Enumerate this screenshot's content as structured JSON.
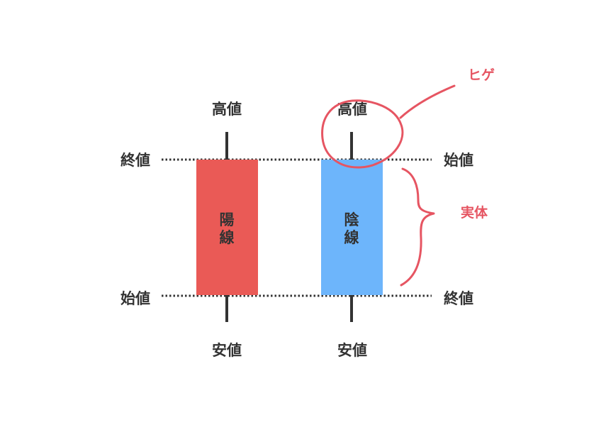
{
  "colors": {
    "yang_body": "#ea5a56",
    "yin_body": "#6db5fb",
    "wick": "#333333",
    "annotation": "#e65562",
    "text": "#333333"
  },
  "left_candle": {
    "high_label": "高値",
    "low_label": "安値",
    "top_level_label": "終値",
    "bottom_level_label": "始値",
    "body_label_line1": "陽",
    "body_label_line2": "線"
  },
  "right_candle": {
    "high_label": "高値",
    "low_label": "安値",
    "top_level_label": "始値",
    "bottom_level_label": "終値",
    "body_label_line1": "陰",
    "body_label_line2": "線"
  },
  "annotations": {
    "wick_label": "ヒゲ",
    "body_label": "実体"
  }
}
